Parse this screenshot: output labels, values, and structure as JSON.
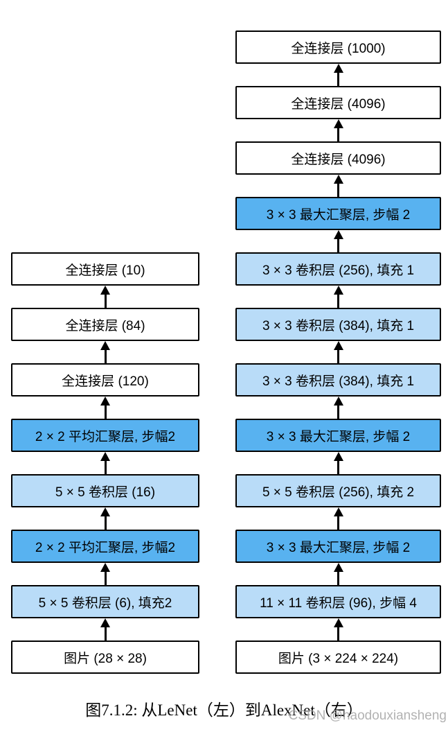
{
  "caption": "图7.1.2: 从LeNet（左）到AlexNet（右）",
  "watermark": "CSDN @haodouxiansheng",
  "colors": {
    "conv_layer_bg": "#b9dcf8",
    "pool_layer_bg": "#58b2f0",
    "plain_layer_bg": "#ffffff",
    "border": "#000000"
  },
  "lenet": {
    "boxes": [
      {
        "label": "全连接层 (10)",
        "type": "fc"
      },
      {
        "label": "全连接层 (84)",
        "type": "fc"
      },
      {
        "label": "全连接层 (120)",
        "type": "fc"
      },
      {
        "label": "2 × 2 平均汇聚层, 步幅2",
        "type": "pool"
      },
      {
        "label": "5 × 5 卷积层 (16)",
        "type": "conv"
      },
      {
        "label": "2 × 2 平均汇聚层, 步幅2",
        "type": "pool"
      },
      {
        "label": "5 × 5 卷积层 (6), 填充2",
        "type": "conv"
      },
      {
        "label": "图片 (28 × 28)",
        "type": "input"
      }
    ]
  },
  "alexnet": {
    "boxes": [
      {
        "label": "全连接层 (1000)",
        "type": "fc"
      },
      {
        "label": "全连接层 (4096)",
        "type": "fc"
      },
      {
        "label": "全连接层 (4096)",
        "type": "fc"
      },
      {
        "label": "3 × 3 最大汇聚层, 步幅 2",
        "type": "pool"
      },
      {
        "label": "3 × 3 卷积层 (256), 填充 1",
        "type": "conv"
      },
      {
        "label": "3 × 3 卷积层 (384), 填充 1",
        "type": "conv"
      },
      {
        "label": "3 × 3 卷积层 (384), 填充 1",
        "type": "conv"
      },
      {
        "label": "3 × 3 最大汇聚层, 步幅 2",
        "type": "pool"
      },
      {
        "label": "5 × 5 卷积层 (256), 填充 2",
        "type": "conv"
      },
      {
        "label": "3 × 3 最大汇聚层, 步幅 2",
        "type": "pool"
      },
      {
        "label": "11 × 11 卷积层 (96), 步幅 4",
        "type": "conv"
      },
      {
        "label": "图片 (3 × 224 × 224)",
        "type": "input"
      }
    ]
  }
}
